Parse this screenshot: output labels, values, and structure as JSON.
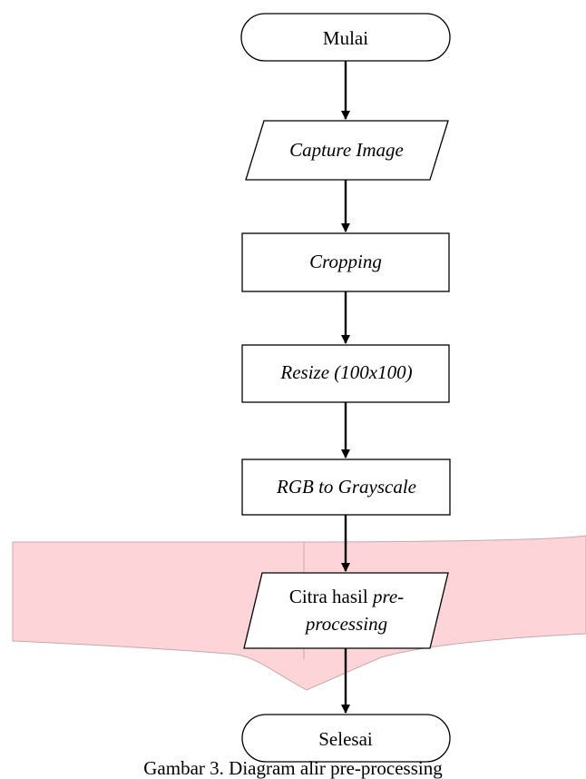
{
  "diagram": {
    "colors": {
      "overlay_fill": "#fdd5d9",
      "overlay_edge": "#c9a6aa",
      "stroke": "#000000"
    },
    "nodes": {
      "start": {
        "text": "Mulai"
      },
      "capture": {
        "text": "Capture Image"
      },
      "cropping": {
        "text": "Cropping"
      },
      "resize": {
        "text": "Resize (100x100)"
      },
      "grayscale": {
        "text": "RGB to Grayscale"
      },
      "result": {
        "line1_normal": "Citra hasil ",
        "line1_italic": "pre-",
        "line2_italic": "processing"
      },
      "end": {
        "text": "Selesai"
      }
    },
    "caption": "Gambar 3. Diagram alir pre-processing"
  }
}
